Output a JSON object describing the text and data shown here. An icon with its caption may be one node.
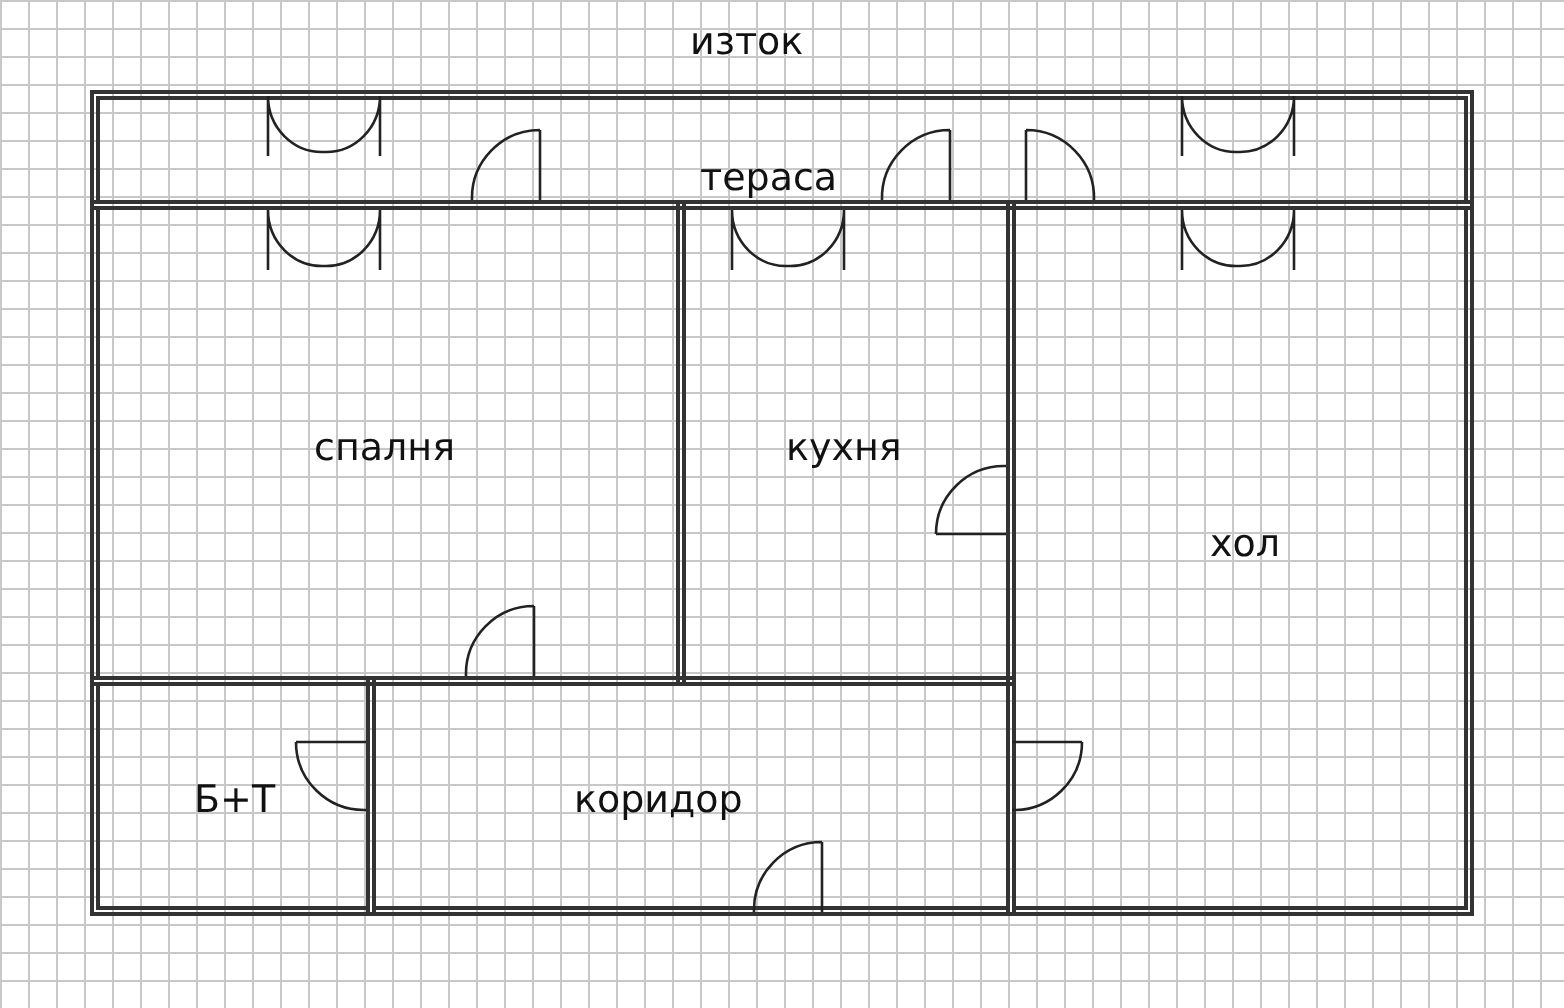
{
  "diagram": {
    "nodes": [
      {
        "text": [
          "тераса"
        ]
      },
      {
        "text": [
          "спалня"
        ]
      },
      {
        "text": [
          "кухня"
        ]
      },
      {
        "text": [
          "хол"
        ]
      },
      {
        "text": [
          "Б+Т"
        ]
      },
      {
        "text": [
          "коридор"
        ]
      }
    ],
    "labels": [
      "изток"
    ]
  }
}
